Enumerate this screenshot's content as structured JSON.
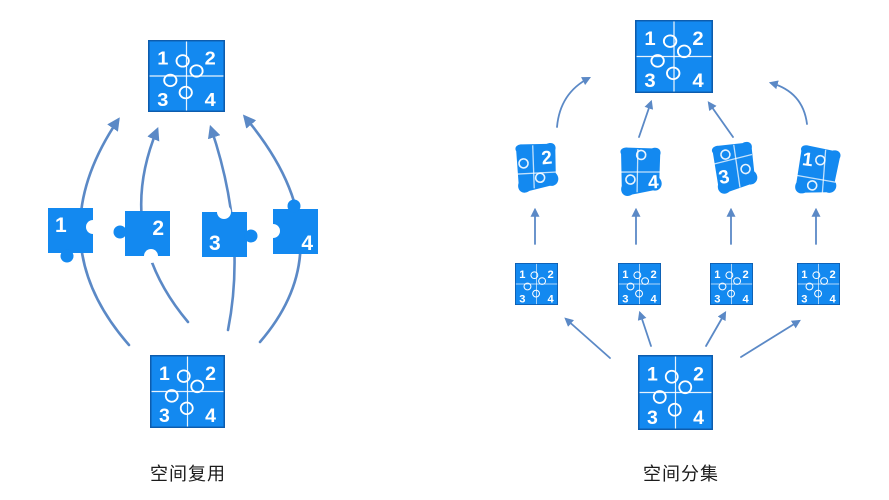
{
  "colors": {
    "puzzle_blue": "#1389f0",
    "puzzle_dark": "#0d5cad",
    "arrow": "#5b89c6",
    "label": "#1c1c1c",
    "knob": "#ffffff"
  },
  "shared": {
    "quadrants": [
      "1",
      "2",
      "3",
      "4"
    ]
  },
  "left": {
    "label": "空间复用",
    "pieces": [
      {
        "number": "1"
      },
      {
        "number": "2"
      },
      {
        "number": "3"
      },
      {
        "number": "4"
      }
    ]
  },
  "right": {
    "label": "空间分集",
    "fragments": [
      {
        "number": "2"
      },
      {
        "number": "4"
      },
      {
        "number": "3"
      },
      {
        "number": "1"
      }
    ]
  }
}
